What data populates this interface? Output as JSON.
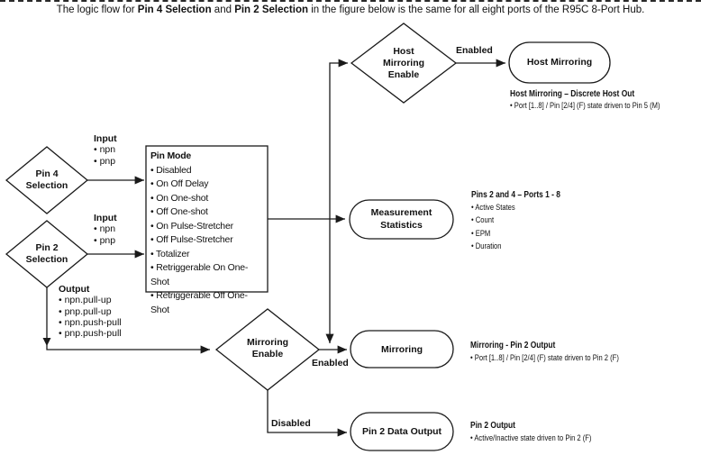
{
  "caption": {
    "pre": "The logic flow for ",
    "bold1": "Pin 4 Selection",
    "mid": " and ",
    "bold2": "Pin 2 Selection",
    "post": " in the figure below is the same for all eight ports of the R95C 8-Port Hub."
  },
  "nodes": {
    "pin4": {
      "line1": "Pin 4",
      "line2": "Selection"
    },
    "pin2": {
      "line1": "Pin 2",
      "line2": "Selection"
    },
    "pin_mode": {
      "title": "Pin Mode",
      "items": [
        "• Disabled",
        "• On Off Delay",
        "• On One-shot",
        "• Off One-shot",
        "• On Pulse-Stretcher",
        "• Off Pulse-Stretcher",
        "• Totalizer",
        "• Retriggerable On One-Shot",
        "• Retriggerable Off One-Shot"
      ]
    },
    "host_mirroring_enable": {
      "line1": "Host",
      "line2": "Mirroring",
      "line3": "Enable"
    },
    "host_mirroring": {
      "label": "Host Mirroring"
    },
    "measurement_statistics": {
      "line1": "Measurement",
      "line2": "Statistics"
    },
    "mirroring_enable": {
      "line1": "Mirroring",
      "line2": "Enable"
    },
    "mirroring": {
      "label": "Mirroring"
    },
    "pin2_data_output": {
      "label": "Pin 2 Data Output"
    }
  },
  "side_labels": {
    "input_pin4": {
      "title": "Input",
      "items": [
        "• npn",
        "• pnp"
      ]
    },
    "input_pin2": {
      "title": "Input",
      "items": [
        "• npn",
        "• pnp"
      ]
    },
    "output_pin2": {
      "title": "Output",
      "items": [
        "• npn.pull-up",
        "• pnp.pull-up",
        "• npn.push-pull",
        "• pnp.push-pull"
      ]
    },
    "enabled_host": "Enabled",
    "enabled_mirroring": "Enabled",
    "disabled": "Disabled"
  },
  "annotations": {
    "host_mirroring": {
      "title": "Host Mirroring – Discrete Host Out",
      "items": [
        "• Port [1..8] / Pin [2/4] (F) state driven to Pin 5 (M)"
      ]
    },
    "measurement": {
      "title": "Pins 2 and 4 – Ports 1 - 8",
      "items": [
        "• Active States",
        "• Count",
        "• EPM",
        "• Duration"
      ]
    },
    "mirroring": {
      "title": "Mirroring - Pin 2 Output",
      "items": [
        "• Port [1..8] / Pin [2/4] (F) state driven to Pin 2 (F)"
      ]
    },
    "pin2_output": {
      "title": "Pin 2 Output",
      "items": [
        "• Active/Inactive state driven to Pin 2 (F)"
      ]
    }
  },
  "colors": {
    "ink": "#1a1a1a",
    "background": "#ffffff"
  }
}
